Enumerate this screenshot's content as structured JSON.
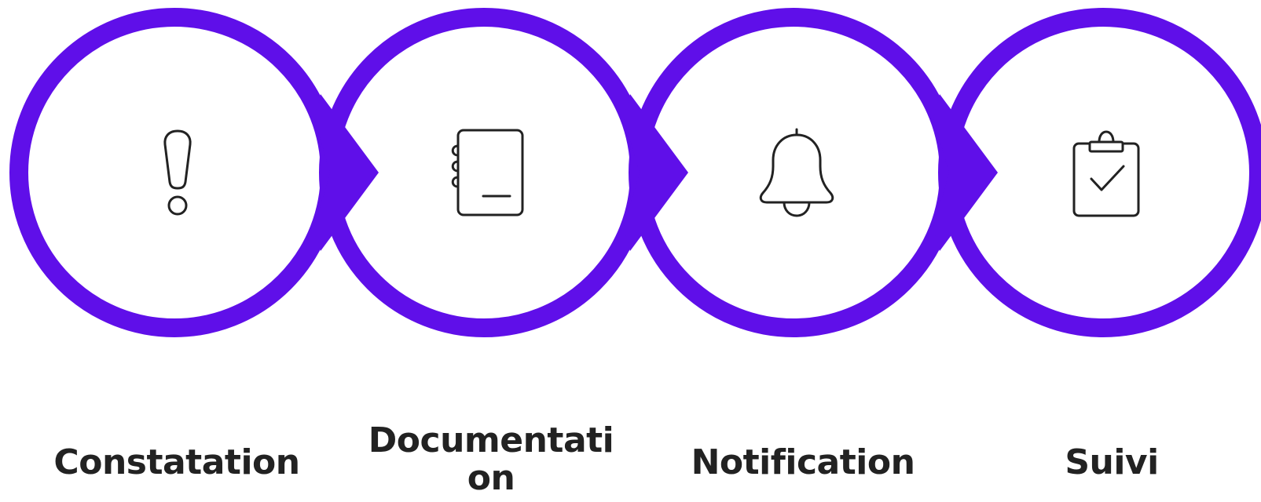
{
  "process": {
    "accent_color": "#5f0fe9",
    "steps": [
      {
        "label": "Constatation",
        "icon": "exclamation-icon"
      },
      {
        "label": "Documentation",
        "icon": "notebook-icon"
      },
      {
        "label": "Notification",
        "icon": "bell-icon"
      },
      {
        "label": "Suivi",
        "icon": "clipboard-check-icon"
      }
    ]
  }
}
